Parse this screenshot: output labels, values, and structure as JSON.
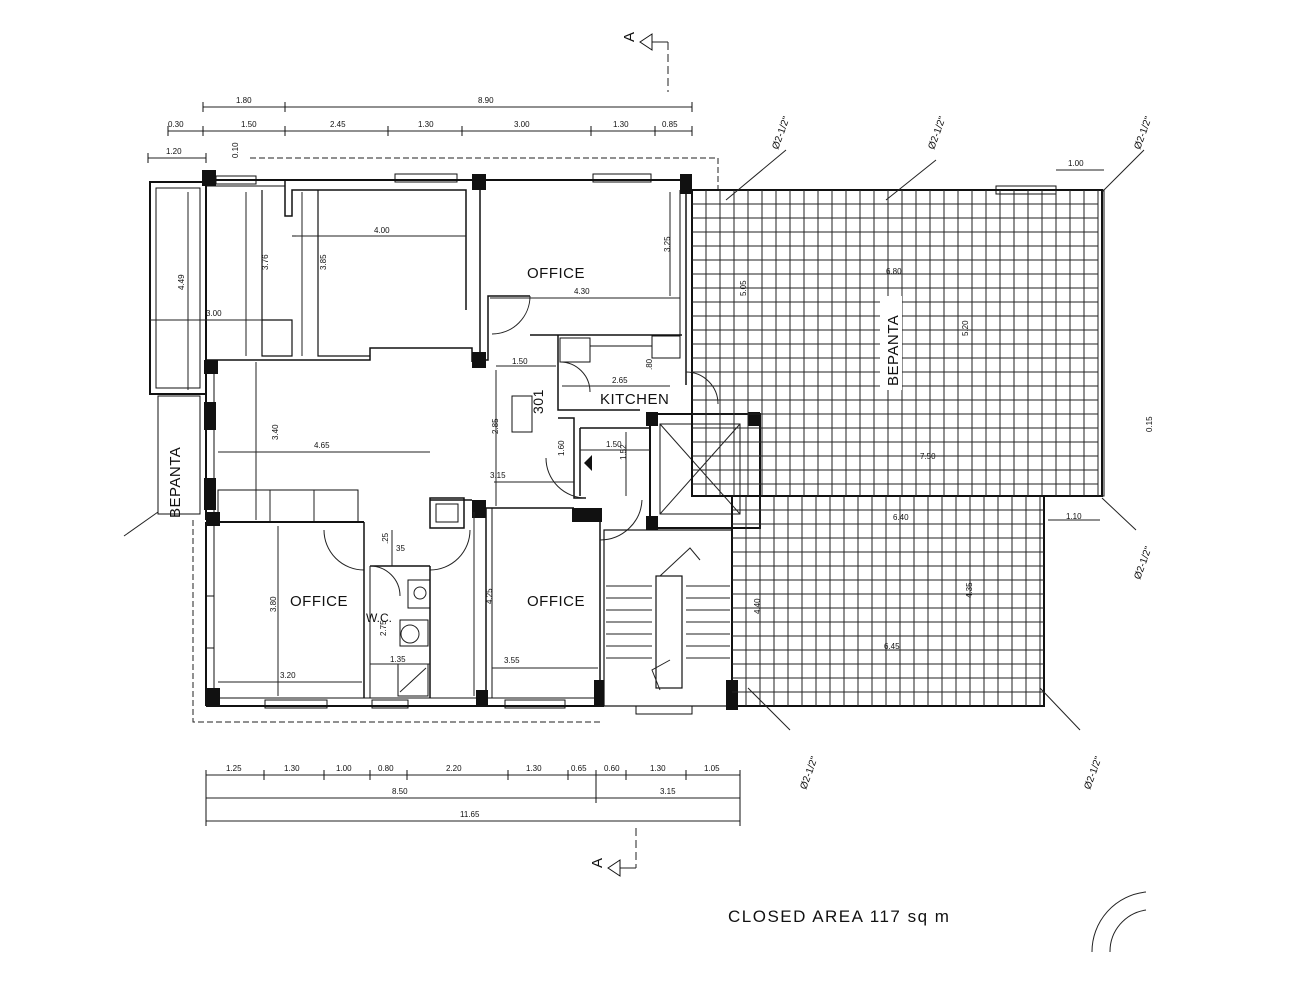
{
  "section_marker": "A",
  "rooms": {
    "office_top": "OFFICE",
    "office_left": "OFFICE",
    "office_mid": "OFFICE",
    "kitchen": "KITCHEN",
    "wc": "W.C.",
    "unit_number": "301",
    "veranda_big": "BEPANTA",
    "veranda_small": "BEPANTA"
  },
  "pipe_label": "Ø2-1/2\"",
  "dims_top_row1": [
    "1.80",
    "8.90"
  ],
  "dims_top_row2": [
    "0.30",
    "1.50",
    "2.45",
    "1.30",
    "3.00",
    "1.30",
    "0.85"
  ],
  "dims_top_left": [
    "1.20",
    "0.10"
  ],
  "dims_right_top": [
    "1.00"
  ],
  "dims_right_mid": [
    "1.10"
  ],
  "dims_bottom_row1": [
    "1.25",
    "1.30",
    "1.00",
    "0.80",
    "2.20",
    "1.30",
    "0.65",
    "0.60",
    "1.30",
    "1.05"
  ],
  "dims_bottom_row2": [
    "8.50",
    "3.15"
  ],
  "dims_bottom_row3": [
    "11.65"
  ],
  "dims_interior": {
    "d449": "4.49",
    "d376": "3.76",
    "d385": "3.85",
    "d400": "4.00",
    "d300": "3.00",
    "d340": "3.40",
    "d465": "4.65",
    "d430": "4.30",
    "d325": "3.25",
    "d150a": "1.50",
    "d265": "2.65",
    "d080": ".80",
    "d285": "2.85",
    "d150b": "1.50",
    "d160": "1.60",
    "d152": "1.52",
    "d315": "3.15",
    "d505": "5.05",
    "d680": "6.80",
    "d520": "5.20",
    "d750": "7.50",
    "d640": "6.40",
    "d435": "4.35",
    "d645": "6.45",
    "d015": "0.15",
    "d380": "3.80",
    "d320": "3.20",
    "d135": "1.35",
    "d275": "2.75",
    "d025": ".25",
    "d035": "35",
    "d425": "4.25",
    "d355": "3.55",
    "d440": "4.40"
  },
  "closed_area": "CLOSED AREA 117 sq m"
}
